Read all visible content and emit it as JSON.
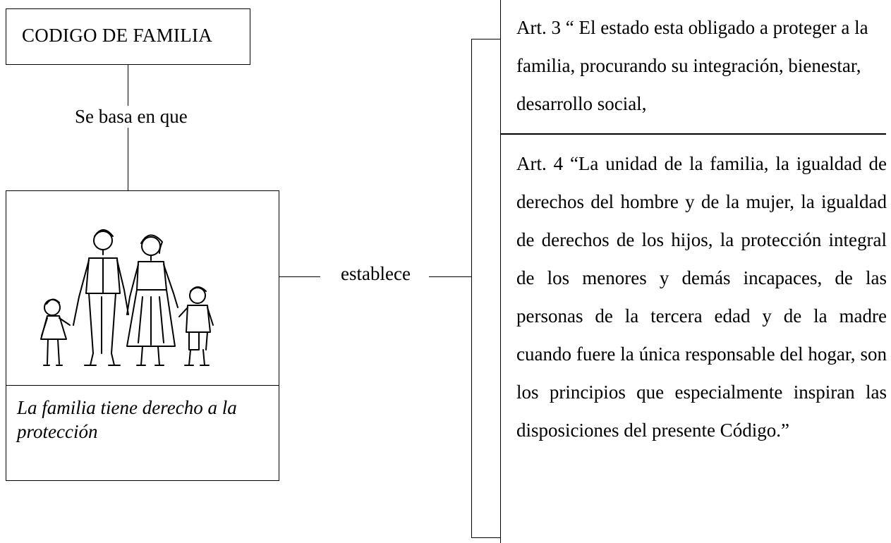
{
  "title": "CODIGO DE FAMILIA",
  "connector_top_label": "Se basa en que",
  "family_card": {
    "caption": "La familia tiene derecho a la protección"
  },
  "connector_mid_label": "establece",
  "articles": [
    {
      "text": "Art. 3 “ El estado esta obligado a proteger a la familia, procurando su integración, bienestar, desarrollo social,"
    },
    {
      "text": "Art. 4 “La unidad de la familia, la igualdad de derechos del hombre y de la mujer, la igualdad de derechos de los hijos, la protección integral de los menores y demás incapaces, de las personas de la tercera edad y de la madre cuando fuere la única responsable del hogar, son los principios que especialmente inspiran las disposiciones del presente Código.”"
    }
  ]
}
